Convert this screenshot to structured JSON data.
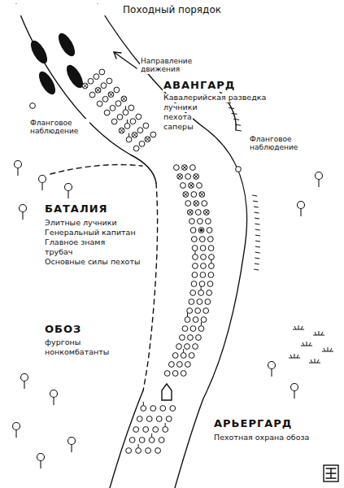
{
  "diagram": {
    "title": "Походный порядок",
    "labels": [
      "Направление движения",
      "АВАНГАРД",
      "Кавалерийская разведка",
      "лучники",
      "пехота",
      "саперы",
      "Фланговое наблюдение",
      "Фланговое наблюдение",
      "БАТАЛИЯ",
      "Элитные лучники",
      "Генеральный капитан",
      "Главное знамя",
      "трубач",
      "Основные силы пехоты",
      "ОБОЗ",
      "фургоны",
      "нонкомбатанты",
      "АРЬЕРГАРД",
      "Пехотная охрана обоза"
    ]
  }
}
